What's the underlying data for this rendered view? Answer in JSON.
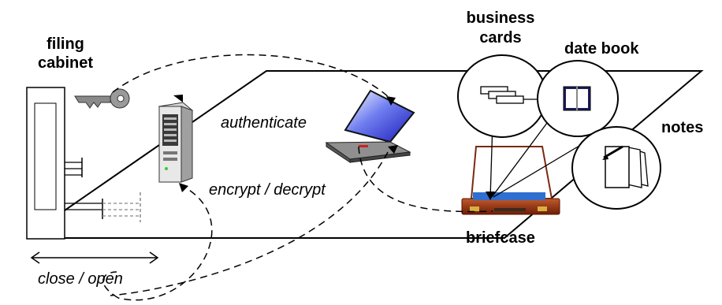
{
  "labels": {
    "filing_cabinet_line1": "filing",
    "filing_cabinet_line2": "cabinet",
    "business_cards_line1": "business",
    "business_cards_line2": "cards",
    "date_book": "date book",
    "notes": "notes",
    "briefcase": "briefcase",
    "authenticate": "authenticate",
    "encrypt_decrypt": "encrypt / decrypt",
    "close_open": "close / open"
  },
  "icons": {
    "key": "key-icon",
    "server": "server-icon",
    "laptop": "laptop-icon",
    "briefcase": "briefcase-icon",
    "business_cards": "business-cards-icon",
    "date_book": "date-book-icon",
    "notes": "notes-icon",
    "filing_cabinet": "filing-cabinet-icon"
  },
  "colors": {
    "laptop_screen": "#2222cc",
    "briefcase_body": "#8b2a10",
    "briefcase_content": "#2f6fd0",
    "line": "#000000"
  }
}
